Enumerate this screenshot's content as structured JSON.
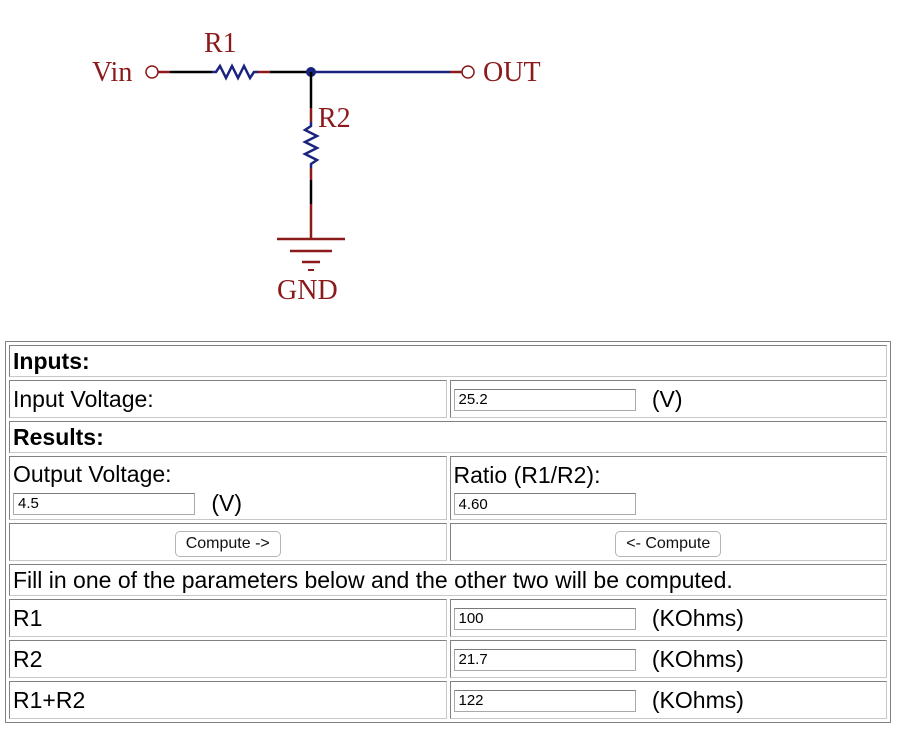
{
  "schematic": {
    "vin_label": "Vin",
    "r1_label": "R1",
    "r2_label": "R2",
    "out_label": "OUT",
    "gnd_label": "GND",
    "wire_color": "#1a237e",
    "label_color": "#8b1a1a"
  },
  "inputs": {
    "heading": "Inputs:",
    "input_voltage_label": "Input Voltage:",
    "input_voltage_value": "25.2",
    "input_voltage_unit": "(V)"
  },
  "results": {
    "heading": "Results:",
    "output_voltage_label": "Output Voltage:",
    "output_voltage_value": "4.5",
    "output_voltage_unit": "(V)",
    "ratio_label": "Ratio (R1/R2):",
    "ratio_value": "4.60",
    "compute_right_label": "Compute ->",
    "compute_left_label": "<- Compute"
  },
  "params": {
    "instruction": "Fill in one of the parameters below and the other two will be computed.",
    "r1_label": "R1",
    "r1_value": "100",
    "r1_unit": "(KOhms)",
    "r2_label": "R2",
    "r2_value": "21.7",
    "r2_unit": "(KOhms)",
    "sum_label": "R1+R2",
    "sum_value": "122",
    "sum_unit": "(KOhms)"
  }
}
